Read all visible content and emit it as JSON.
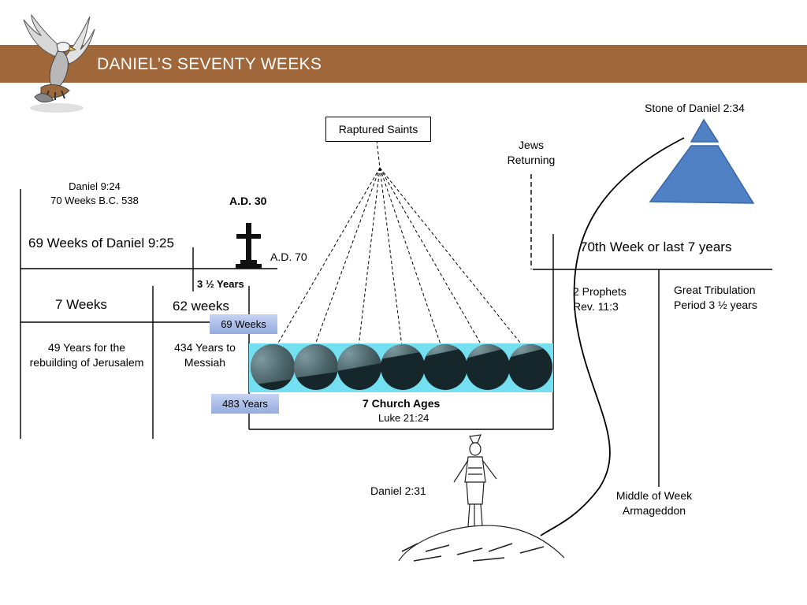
{
  "title": "DANIEL’S SEVENTY WEEKS",
  "labels": {
    "raptured_saints": "Raptured Saints",
    "stone": "Stone of Daniel 2:34",
    "jews_returning_1": "Jews",
    "jews_returning_2": "Returning",
    "daniel_924": "Daniel 9:24",
    "seventy_weeks_bc": "70 Weeks B.C. 538",
    "ad30": "A.D. 30",
    "sixty_nine_weeks": "69 Weeks of Daniel 9:25",
    "ad70": "A.D. 70",
    "seventieth_week": "70th Week or last 7 years",
    "three_half_years": "3 ½ Years",
    "seven_weeks": "7 Weeks",
    "sixty_two_weeks": "62 weeks",
    "two_prophets_1": "2 Prophets",
    "two_prophets_2": "Rev. 11:3",
    "great_trib_1": "Great Tribulation",
    "great_trib_2": "Period 3 ½ years",
    "sixty_nine_box": "69 Weeks",
    "forty_nine_years_1": "49 Years for the",
    "forty_nine_years_2": "rebuilding of Jerusalem",
    "four_thirty_four_1": "434 Years to",
    "four_thirty_four_2": "Messiah",
    "four_eighty_three_box": "483 Years",
    "church_ages": "7 Church Ages",
    "luke": "Luke 21:24",
    "daniel_231": "Daniel 2:31",
    "middle_week_1": "Middle of  Week",
    "middle_week_2": "Armageddon"
  },
  "colors": {
    "banner": "#a0673a",
    "stone": "#4f81c4",
    "church_band": "#73dff0",
    "blue_box": "#a9bde8"
  },
  "icons": [
    "eagle-icon",
    "cross-icon",
    "stone-pyramid-icon",
    "moon-icon",
    "statue-figure-icon"
  ]
}
